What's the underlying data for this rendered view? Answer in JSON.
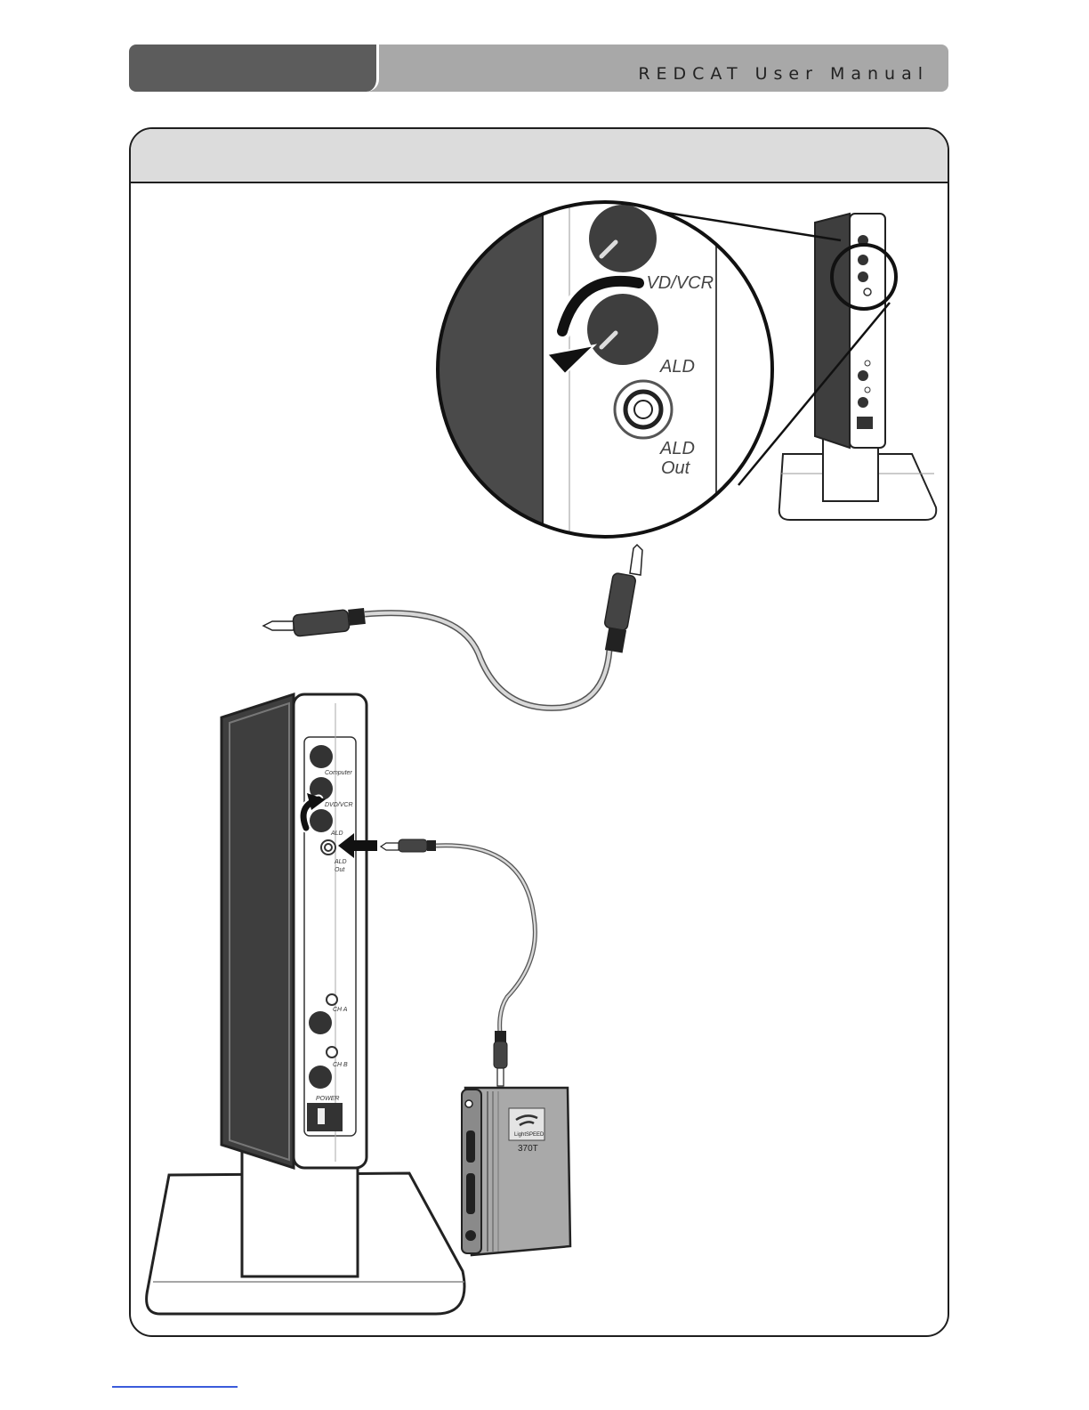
{
  "header": {
    "title": "REDCAT User Manual"
  },
  "panel": {
    "heading": ""
  },
  "zoom_callout": {
    "labels": {
      "dvdvcr": "DVD/VCR",
      "ald": "ALD",
      "ald_out_line1": "ALD",
      "ald_out_line2": "Out"
    }
  },
  "receiver_panel": {
    "labels": {
      "computer": "Computer",
      "dvdvcr": "DVD/VCR",
      "ald": "ALD",
      "ald_out_line1": "ALD",
      "ald_out_line2": "Out",
      "cha": "CH A",
      "chb": "CH B",
      "power": "POWER"
    }
  },
  "transmitter": {
    "brand": "LightSPEED",
    "model": "370T"
  },
  "colors": {
    "header_tab": "#5c5c5c",
    "header_bar": "#a8a8a8",
    "panel_head": "#dcdcdc",
    "dark_panel": "#3e3e3e"
  },
  "icons": [
    "rotate-arrow-icon",
    "insert-arrow-icon",
    "lightspeed-logo-icon"
  ]
}
